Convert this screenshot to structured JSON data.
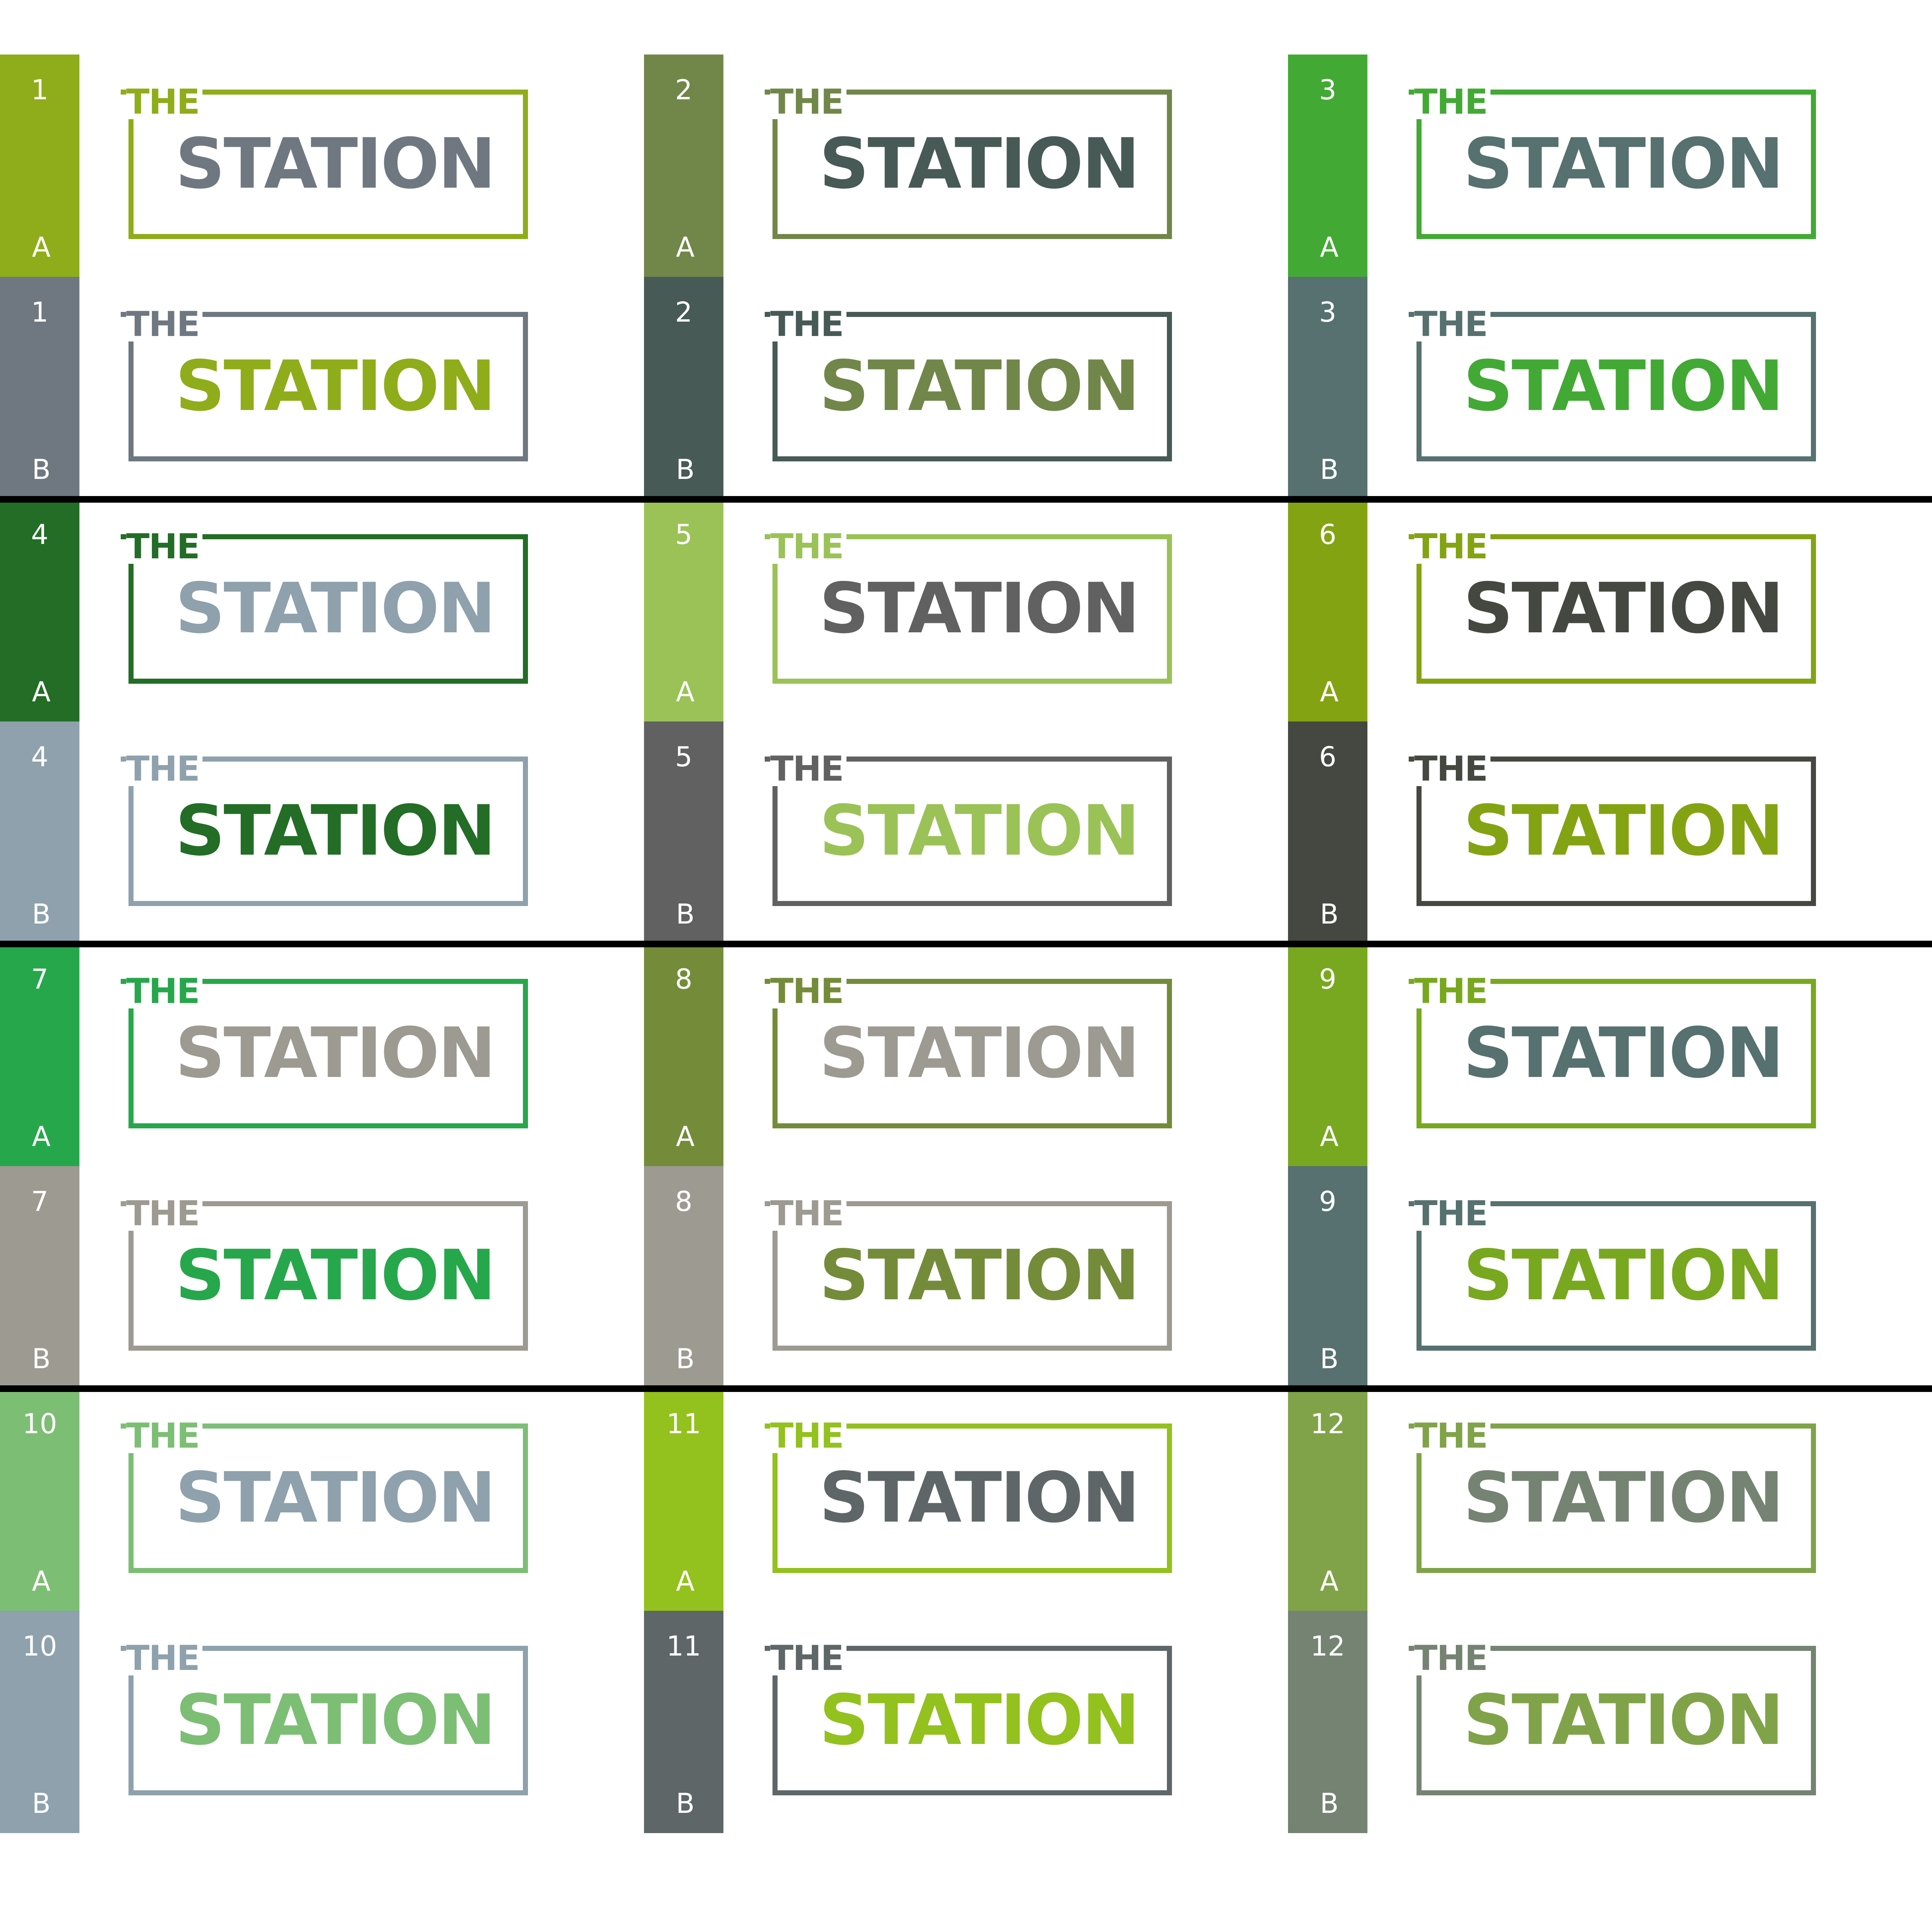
{
  "logo": {
    "word_the": "THE",
    "word_station": "STATION"
  },
  "rows_per_group": 2,
  "columns": 3,
  "variants": [
    {
      "num": "1",
      "letter": "A",
      "swatch": "#8fad1a",
      "frame": "#8fad1a",
      "the": "#8fad1a",
      "station": "#6f7880"
    },
    {
      "num": "2",
      "letter": "A",
      "swatch": "#71874a",
      "frame": "#71874a",
      "the": "#71874a",
      "station": "#475a55"
    },
    {
      "num": "3",
      "letter": "A",
      "swatch": "#43a935",
      "frame": "#43a935",
      "the": "#43a935",
      "station": "#56716f"
    },
    {
      "num": "1",
      "letter": "B",
      "swatch": "#6f7880",
      "frame": "#6f7880",
      "the": "#6f7880",
      "station": "#8fad1a"
    },
    {
      "num": "2",
      "letter": "B",
      "swatch": "#475a55",
      "frame": "#475a55",
      "the": "#475a55",
      "station": "#71874a"
    },
    {
      "num": "3",
      "letter": "B",
      "swatch": "#56716f",
      "frame": "#56716f",
      "the": "#56716f",
      "station": "#43a935"
    },
    {
      "num": "4",
      "letter": "A",
      "swatch": "#236d26",
      "frame": "#236d26",
      "the": "#236d26",
      "station": "#8ea1ac"
    },
    {
      "num": "5",
      "letter": "A",
      "swatch": "#9ac257",
      "frame": "#9ac257",
      "the": "#9ac257",
      "station": "#616161"
    },
    {
      "num": "6",
      "letter": "A",
      "swatch": "#84a313",
      "frame": "#84a313",
      "the": "#84a313",
      "station": "#454840"
    },
    {
      "num": "4",
      "letter": "B",
      "swatch": "#8ea1ac",
      "frame": "#8ea1ac",
      "the": "#8ea1ac",
      "station": "#236d26"
    },
    {
      "num": "5",
      "letter": "B",
      "swatch": "#616161",
      "frame": "#616161",
      "the": "#616161",
      "station": "#9ac257"
    },
    {
      "num": "6",
      "letter": "B",
      "swatch": "#454840",
      "frame": "#454840",
      "the": "#454840",
      "station": "#84a313"
    },
    {
      "num": "7",
      "letter": "A",
      "swatch": "#27a74b",
      "frame": "#27a74b",
      "the": "#27a74b",
      "station": "#9c9a91"
    },
    {
      "num": "8",
      "letter": "A",
      "swatch": "#748c3a",
      "frame": "#748c3a",
      "the": "#748c3a",
      "station": "#9c9a91"
    },
    {
      "num": "9",
      "letter": "A",
      "swatch": "#78a81f",
      "frame": "#78a81f",
      "the": "#78a81f",
      "station": "#56716f"
    },
    {
      "num": "7",
      "letter": "B",
      "swatch": "#9c9a91",
      "frame": "#9c9a91",
      "the": "#9c9a91",
      "station": "#27a74b"
    },
    {
      "num": "8",
      "letter": "B",
      "swatch": "#9c9a91",
      "frame": "#9c9a91",
      "the": "#9c9a91",
      "station": "#748c3a"
    },
    {
      "num": "9",
      "letter": "B",
      "swatch": "#56716f",
      "frame": "#56716f",
      "the": "#56716f",
      "station": "#78a81f"
    },
    {
      "num": "10",
      "letter": "A",
      "swatch": "#7dbe75",
      "frame": "#7dbe75",
      "the": "#7dbe75",
      "station": "#8ea1ac"
    },
    {
      "num": "11",
      "letter": "A",
      "swatch": "#93c11e",
      "frame": "#93c11e",
      "the": "#93c11e",
      "station": "#5e6668"
    },
    {
      "num": "12",
      "letter": "A",
      "swatch": "#80a349",
      "frame": "#80a349",
      "the": "#80a349",
      "station": "#758373"
    },
    {
      "num": "10",
      "letter": "B",
      "swatch": "#8ea1ac",
      "frame": "#8ea1ac",
      "the": "#8ea1ac",
      "station": "#7dbe75"
    },
    {
      "num": "11",
      "letter": "B",
      "swatch": "#5e6668",
      "frame": "#5e6668",
      "the": "#5e6668",
      "station": "#93c11e"
    },
    {
      "num": "12",
      "letter": "B",
      "swatch": "#758373",
      "frame": "#758373",
      "the": "#758373",
      "station": "#80a349"
    }
  ],
  "divider_color": "#000000"
}
